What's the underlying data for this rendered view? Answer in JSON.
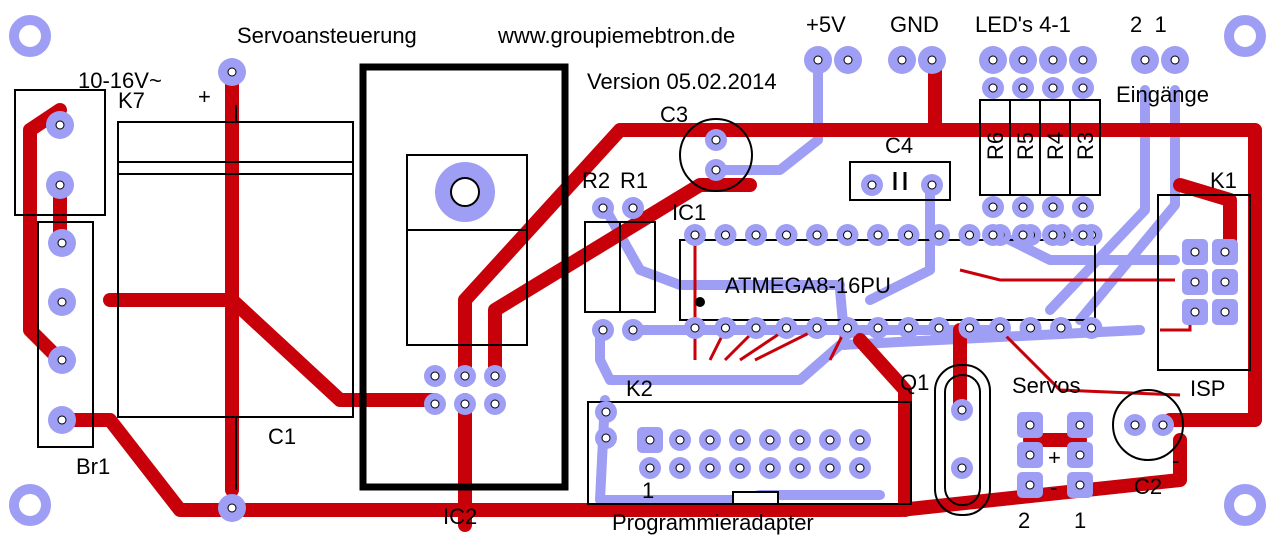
{
  "colors": {
    "background": "#ffffff",
    "copper_top": "#c8000a",
    "copper_bottom": "#9e9ef5",
    "silkscreen": "#000000",
    "pad": "#9e9ef5"
  },
  "labels": {
    "title": "Servoansteuerung",
    "website": "www.groupiemebtron.de",
    "version": "Version 05.02.2014",
    "plus5v": "+5V",
    "gnd": "GND",
    "leds": "LED's 4-1",
    "inputs_num": "2  1",
    "inputs": "Eingänge",
    "power_in": "10-16V~",
    "k7": "K7",
    "plus": "+",
    "c3": "C3",
    "c4": "C4",
    "r2": "R2",
    "r1": "R1",
    "ic1": "IC1",
    "mcu": "ATMEGA8-16PU",
    "r6": "R6",
    "r5": "R5",
    "r4": "R4",
    "r3": "R3",
    "k1": "K1",
    "isp": "ISP",
    "c1": "C1",
    "br1": "Br1",
    "ic2": "IC2",
    "k2": "K2",
    "k2_pin1": "1",
    "prog": "Programmieradapter",
    "q1": "Q1",
    "servos": "Servos",
    "servo_plus": "+",
    "servo_minus": "-",
    "servo2": "2",
    "servo1": "1",
    "c2": "C2",
    "c2_minus": "-"
  }
}
